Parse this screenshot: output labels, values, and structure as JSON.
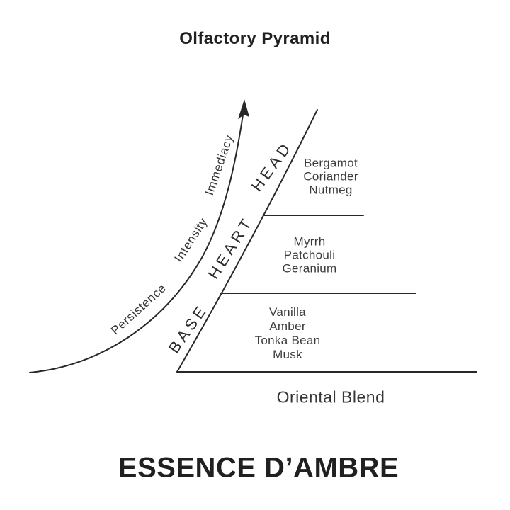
{
  "title": "Olfactory Pyramid",
  "axis_labels": [
    "Persistence",
    "Intensity",
    "Immediacy"
  ],
  "sections": [
    {
      "name": "HEAD",
      "notes": [
        "Bergamot",
        "Coriander",
        "Nutmeg"
      ]
    },
    {
      "name": "HEART",
      "notes": [
        "Myrrh",
        "Patchouli",
        "Geranium"
      ]
    },
    {
      "name": "BASE",
      "notes": [
        "Vanilla",
        "Amber",
        "Tonka Bean",
        "Musk"
      ]
    }
  ],
  "footer": {
    "blend": "Oriental Blend",
    "product": "ESSENCE D’AMBRE"
  },
  "colors": {
    "line": "#2a2827",
    "ink": "#3a3836",
    "ink_strong": "#221f1f"
  }
}
